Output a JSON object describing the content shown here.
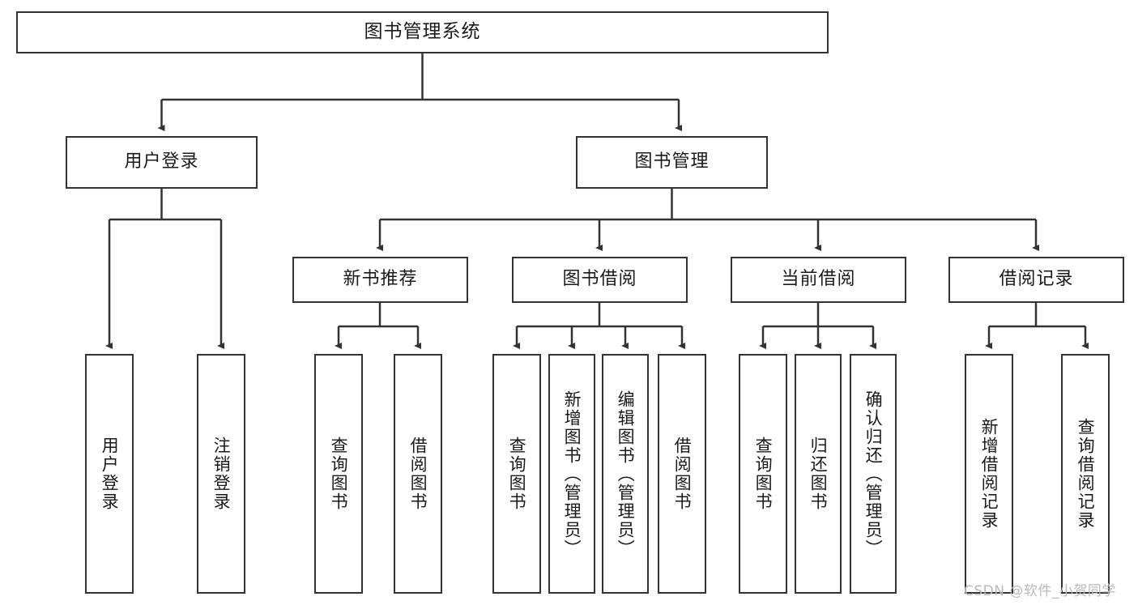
{
  "diagram": {
    "title": "图书管理系统",
    "watermark": "CSDN @软件_小贺同学",
    "colors": {
      "box_border": "#333333",
      "box_fill": "#ffffff",
      "edge": "#333333",
      "text": "#1a1a1a",
      "watermark": "#b9b9b9",
      "background": "#ffffff"
    },
    "nodes": {
      "root": "图书管理系统",
      "level2": {
        "user_login": "用户登录",
        "book_manage": "图书管理"
      },
      "level3": {
        "new_book_recommend": "新书推荐",
        "book_borrow": "图书借阅",
        "current_borrow": "当前借阅",
        "borrow_record": "借阅记录"
      },
      "leaves": {
        "user_login_1": "用户登录",
        "user_login_2": "注销登录",
        "recommend_1": "查询图书",
        "recommend_2": "借阅图书",
        "borrow_1": "查询图书",
        "borrow_2": "新增图书（管理员）",
        "borrow_3": "编辑图书（管理员）",
        "borrow_4": "借阅图书",
        "current_1": "查询图书",
        "current_2": "归还图书",
        "current_3": "确认归还（管理员）",
        "record_1": "新增借阅记录",
        "record_2": "查询借阅记录"
      }
    }
  }
}
